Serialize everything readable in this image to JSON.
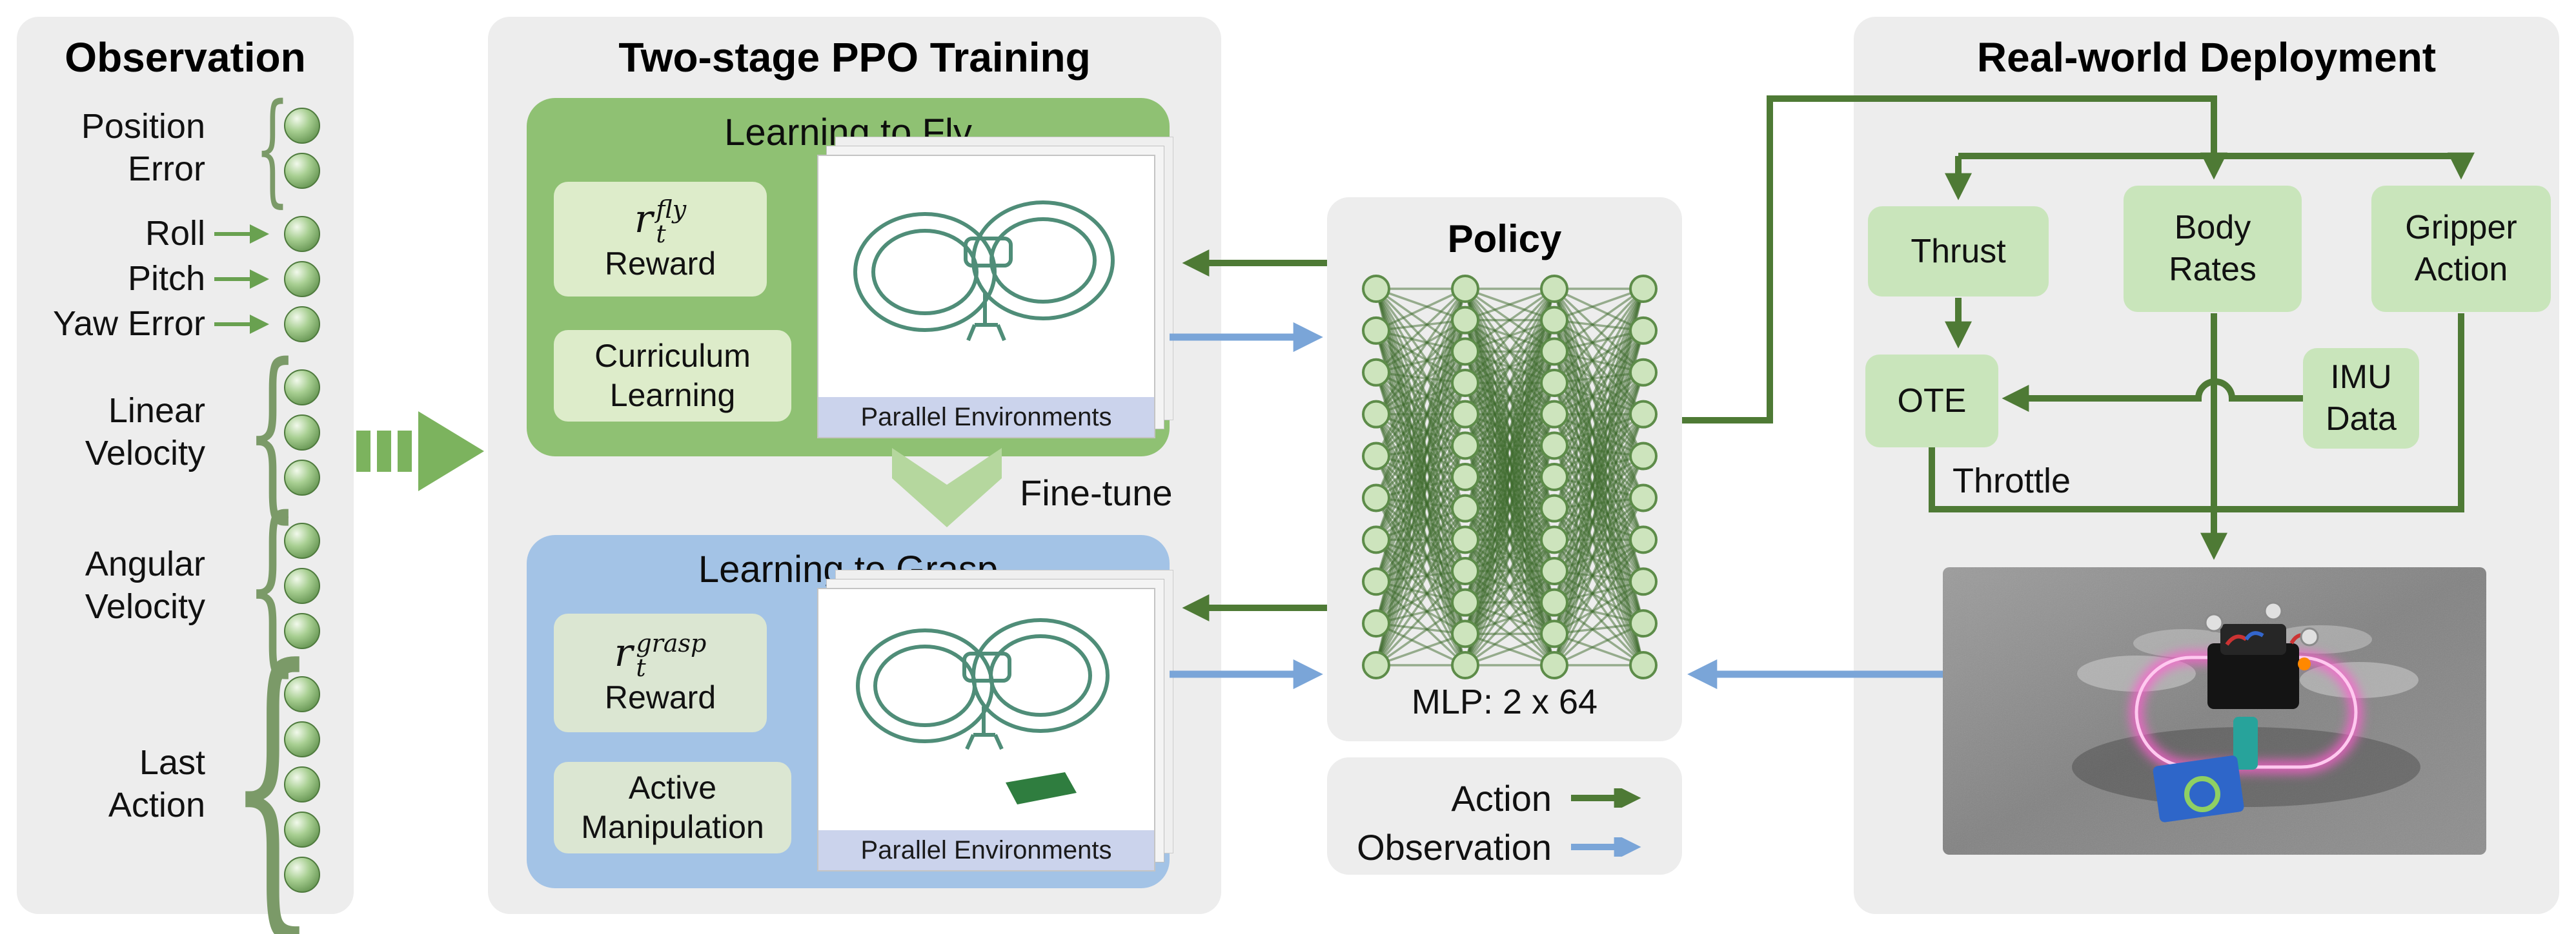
{
  "figure": {
    "observation": {
      "title": "Observation",
      "groups": [
        {
          "label": "Position\nError",
          "type": "brace",
          "count": 2
        },
        {
          "label": "Roll",
          "type": "arrow",
          "count": 1
        },
        {
          "label": "Pitch",
          "type": "arrow",
          "count": 1
        },
        {
          "label": "Yaw Error",
          "type": "arrow",
          "count": 1
        },
        {
          "label": "Linear\nVelocity",
          "type": "brace",
          "count": 3
        },
        {
          "label": "Angular\nVelocity",
          "type": "brace",
          "count": 3
        },
        {
          "label": "Last\nAction",
          "type": "brace",
          "count": 5
        }
      ]
    },
    "training": {
      "title": "Two-stage PPO Training",
      "fly": {
        "title": "Learning to Fly",
        "reward": {
          "base": "r",
          "sup": "fly",
          "sub": "t",
          "label": "Reward"
        },
        "method": "Curriculum\nLearning",
        "env_label": "Parallel Environments"
      },
      "fine_tune": "Fine-tune",
      "grasp": {
        "title": "Learning to Grasp",
        "reward": {
          "base": "r",
          "sup": "grasp",
          "sub": "t",
          "label": "Reward"
        },
        "method": "Active\nManipulation",
        "env_label": "Parallel Environments"
      }
    },
    "policy": {
      "title": "Policy",
      "mlp_label": "MLP: 2 x 64",
      "layers": [
        10,
        13,
        13,
        10
      ]
    },
    "legend": {
      "action_label": "Action",
      "observation_label": "Observation"
    },
    "deployment": {
      "title": "Real-world Deployment",
      "boxes": {
        "thrust": "Thrust",
        "body_rates": "Body\nRates",
        "gripper": "Gripper\nAction",
        "ote": "OTE",
        "imu": "IMU\nData"
      },
      "throttle": "Throttle"
    },
    "icons": {
      "action_arrow": "action-arrow-icon",
      "observation_arrow": "observation-arrow-icon",
      "big_input_arrow": "observation-input-arrow-icon",
      "fine_tune_arrow": "fine-tune-down-arrow-icon"
    },
    "colors": {
      "action_green": "#4e7a35",
      "observation_blue": "#7aa5d8",
      "stage1_green": "#8fc173",
      "stage2_blue": "#a3c3e6",
      "inner_box_green": "#ddecca",
      "deploy_box_green": "#c9e5bb",
      "panel_gray": "#ededed",
      "node_fill": "#cde4bd"
    }
  }
}
